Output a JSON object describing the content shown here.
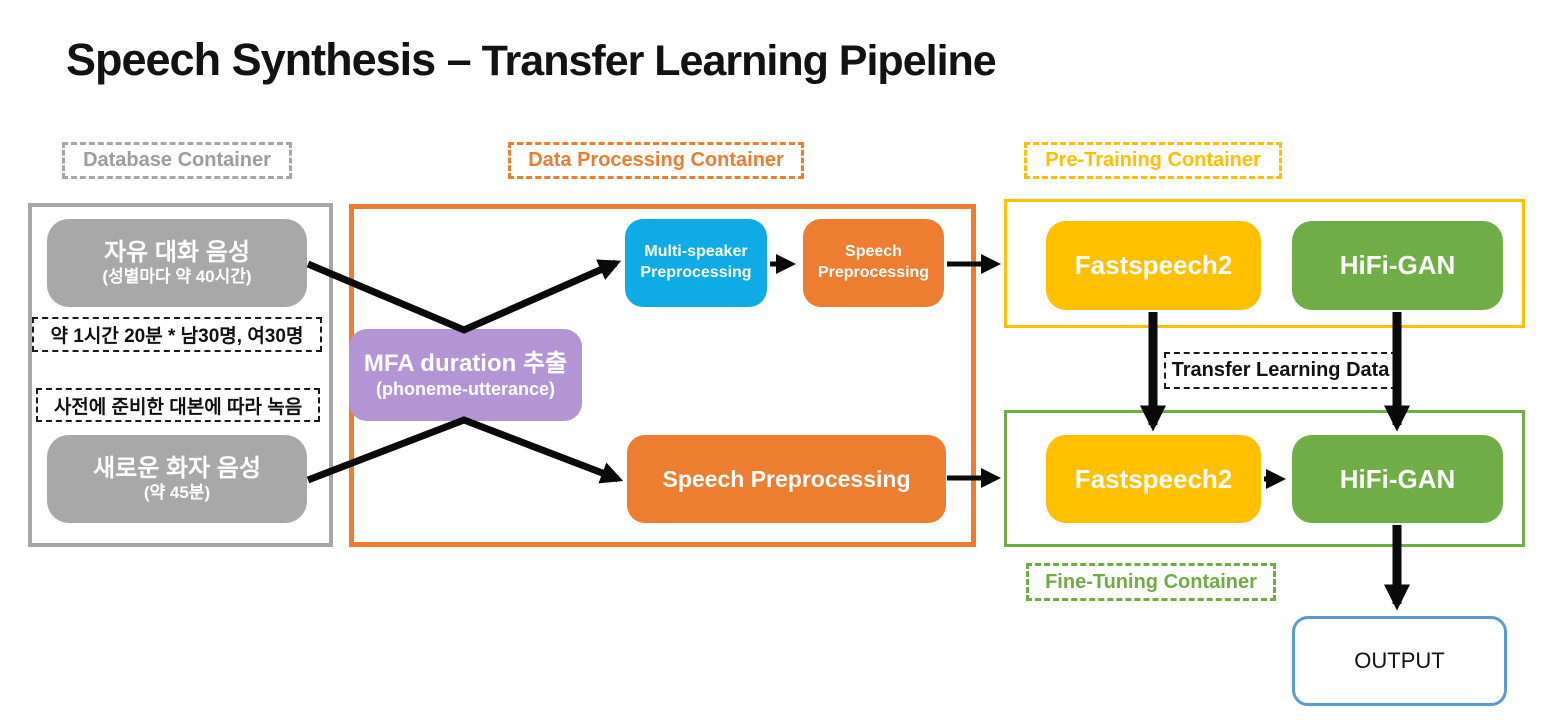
{
  "title": {
    "part1": "Speech Synthesis –",
    "part2": " Transfer Learning Pipeline"
  },
  "database": {
    "label": "Database Container",
    "free_speech_title": "자유 대화 음성",
    "free_speech_sub": "(성별마다 약 40시간)",
    "note1": "약 1시간 20분 * 남30명, 여30명",
    "note2": "사전에 준비한 대본에 따라 녹음",
    "new_speaker_title": "새로운 화자 음성",
    "new_speaker_sub": "(약 45분)"
  },
  "data_processing": {
    "label": "Data Processing Container",
    "mfa_title": "MFA duration 추출",
    "mfa_sub": "(phoneme-utterance)",
    "multi_speaker_line1": "Multi-speaker",
    "multi_speaker_line2": "Preprocessing",
    "speech_small_line1": "Speech",
    "speech_small_line2": "Preprocessing",
    "speech_big": "Speech Preprocessing"
  },
  "pre_training": {
    "label": "Pre-Training Container",
    "fastspeech2": "Fastspeech2",
    "hifi_gan": "HiFi-GAN"
  },
  "transfer": {
    "label": "Transfer Learning Data"
  },
  "fine_tuning": {
    "label": "Fine-Tuning Container",
    "fastspeech2": "Fastspeech2",
    "hifi_gan": "HiFi-GAN"
  },
  "output": {
    "label": "OUTPUT"
  },
  "colors": {
    "gray": "#a6a6a6",
    "orange": "#ed7d31",
    "blue": "#0fabe6",
    "purple": "#b394d4",
    "yellow": "#ffc000",
    "green": "#70ad47",
    "output_border": "#5b9bd5",
    "arrow": "#0a0a0a"
  },
  "edges": [
    {
      "from": "free-conversation-speech",
      "via": "mfa-duration-extraction",
      "to": "multi-speaker-preprocessing"
    },
    {
      "from": "new-speaker-speech",
      "via": "mfa-duration-extraction",
      "to": "speech-preprocessing-finetune"
    },
    {
      "from": "multi-speaker-preprocessing",
      "to": "speech-preprocessing-pretrain"
    },
    {
      "from": "speech-preprocessing-pretrain",
      "to": "pre-training-container"
    },
    {
      "from": "speech-preprocessing-finetune",
      "to": "fine-tuning-container"
    },
    {
      "from": "pretrain-fastspeech2",
      "to": "finetune-fastspeech2"
    },
    {
      "from": "pretrain-hifi-gan",
      "to": "finetune-hifi-gan"
    },
    {
      "from": "finetune-fastspeech2",
      "to": "finetune-hifi-gan"
    },
    {
      "from": "finetune-hifi-gan",
      "to": "output"
    }
  ]
}
